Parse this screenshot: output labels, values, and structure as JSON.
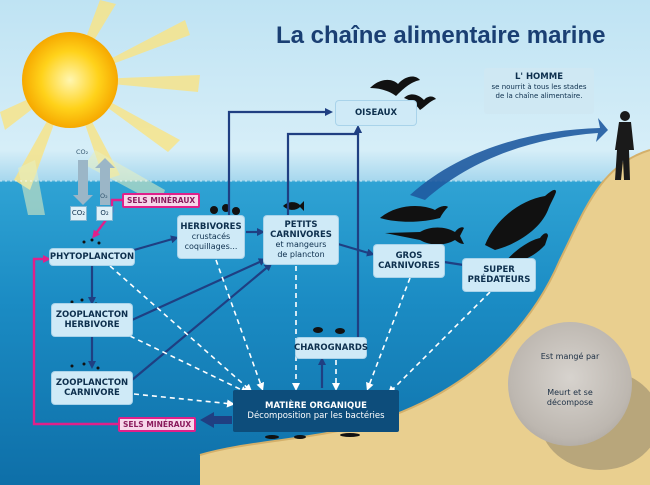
{
  "title": "La chaîne alimentaire marine",
  "homme": {
    "title": "L' HOMME",
    "line1": "se nourrit à tous les stades",
    "line2": "de la chaîne alimentaire."
  },
  "nodes": {
    "oiseaux": "OISEAUX",
    "phytoplancton": "PHYTOPLANCTON",
    "herbivores": "HERBIVORES",
    "herbivores_sub1": "crustacés",
    "herbivores_sub2": "coquillages...",
    "petits1": "PETITS",
    "petits2": "CARNIVORES",
    "petits_sub1": "et mangeurs",
    "petits_sub2": "de plancton",
    "gros1": "GROS",
    "gros2": "CARNIVORES",
    "super1": "SUPER",
    "super2": "PRÉDATEURS",
    "zooh1": "ZOOPLANCTON",
    "zooh2": "HERBIVORE",
    "zooc1": "ZOOPLANCTON",
    "zooc2": "CARNIVORE",
    "charognards": "CHAROGNARDS",
    "mo_title": "MATIÈRE ORGANIQUE",
    "mo_sub": "Décomposition par les bactéries"
  },
  "sels_top": "SELS MINÉRAUX",
  "sels_bottom": "SELS MINÉRAUX",
  "gases": {
    "co2_top": "CO₂",
    "o2_top": "O₂",
    "co2_box": "CO₂",
    "o2_box": "O₂"
  },
  "legend": {
    "eaten": "Est mangé par",
    "decompose1": "Meurt et se",
    "decompose2": "décompose"
  },
  "colors": {
    "arrow_eaten": "#1f3f82",
    "arrow_decompose": "#ffffff",
    "minerals": "#e0208a",
    "title": "#1a3f73"
  }
}
